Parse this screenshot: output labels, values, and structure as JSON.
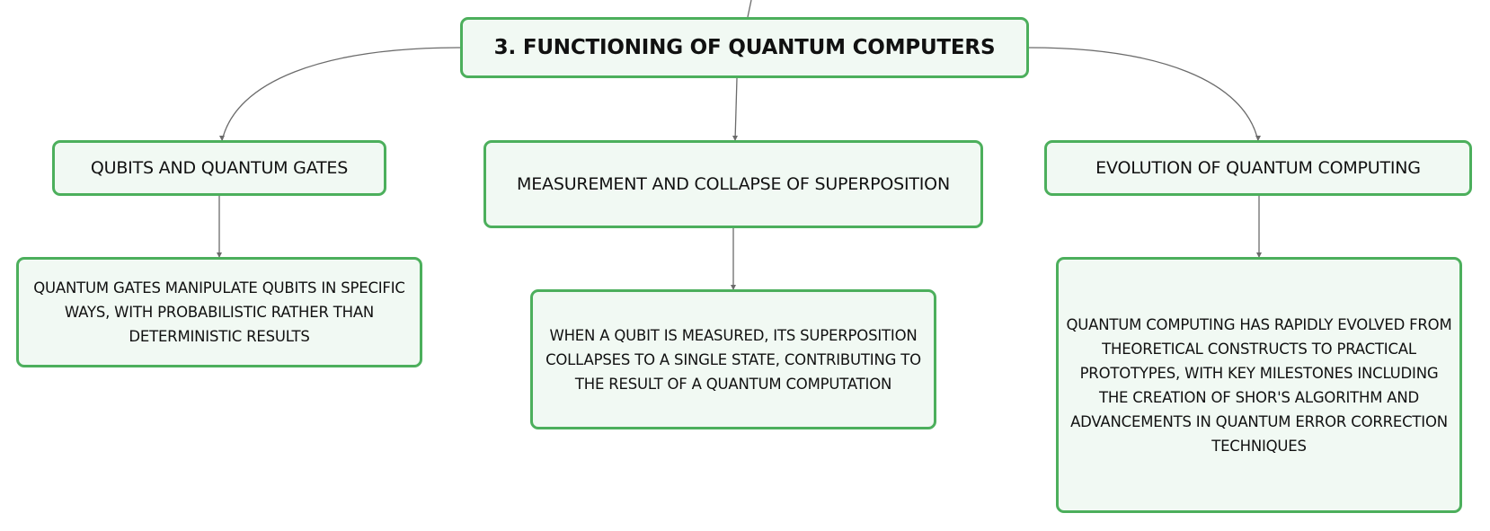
{
  "mindmap": {
    "root": {
      "label": "3. FUNCTIONING OF QUANTUM COMPUTERS"
    },
    "branches": [
      {
        "label": "QUBITS AND QUANTUM GATES",
        "detail": "QUANTUM GATES MANIPULATE QUBITS IN SPECIFIC WAYS, WITH PROBABILISTIC RATHER THAN DETERMINISTIC RESULTS"
      },
      {
        "label": "MEASUREMENT AND COLLAPSE OF SUPERPOSITION",
        "detail": "WHEN A QUBIT IS MEASURED, ITS SUPERPOSITION COLLAPSES TO A SINGLE STATE, CONTRIBUTING TO THE RESULT OF A QUANTUM COMPUTATION"
      },
      {
        "label": "EVOLUTION OF QUANTUM COMPUTING",
        "detail": "QUANTUM COMPUTING HAS RAPIDLY EVOLVED FROM THEORETICAL CONSTRUCTS TO PRACTICAL PROTOTYPES, WITH KEY MILESTONES INCLUDING THE CREATION OF SHOR'S ALGORITHM AND ADVANCEMENTS IN QUANTUM ERROR CORRECTION TECHNIQUES"
      }
    ]
  },
  "colors": {
    "node_border": "#4caf5c",
    "node_fill": "#f1f9f3",
    "connector": "#6b6b6b",
    "text": "#111111"
  }
}
